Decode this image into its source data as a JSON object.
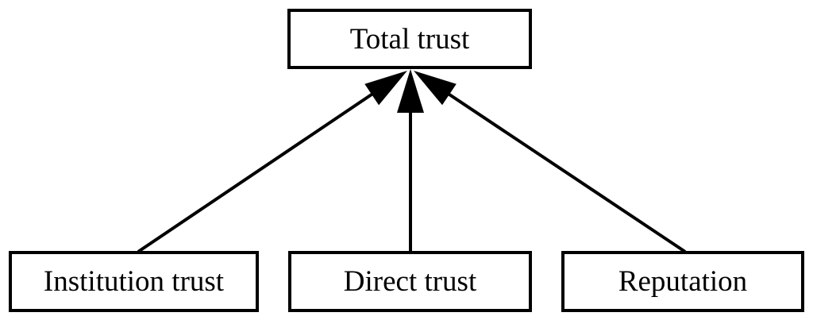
{
  "diagram": {
    "nodes": {
      "total": {
        "label": "Total trust"
      },
      "institution": {
        "label": "Institution trust"
      },
      "direct": {
        "label": "Direct trust"
      },
      "reputation": {
        "label": "Reputation"
      }
    },
    "edges": [
      {
        "from": "institution",
        "to": "total",
        "style": "solid-filled-arrowhead"
      },
      {
        "from": "direct",
        "to": "total",
        "style": "solid-filled-arrowhead"
      },
      {
        "from": "reputation",
        "to": "total",
        "style": "solid-filled-arrowhead"
      }
    ],
    "colors": {
      "background": "#ffffff",
      "line": "#000000",
      "text": "#000000",
      "box_fill": "#ffffff"
    }
  }
}
